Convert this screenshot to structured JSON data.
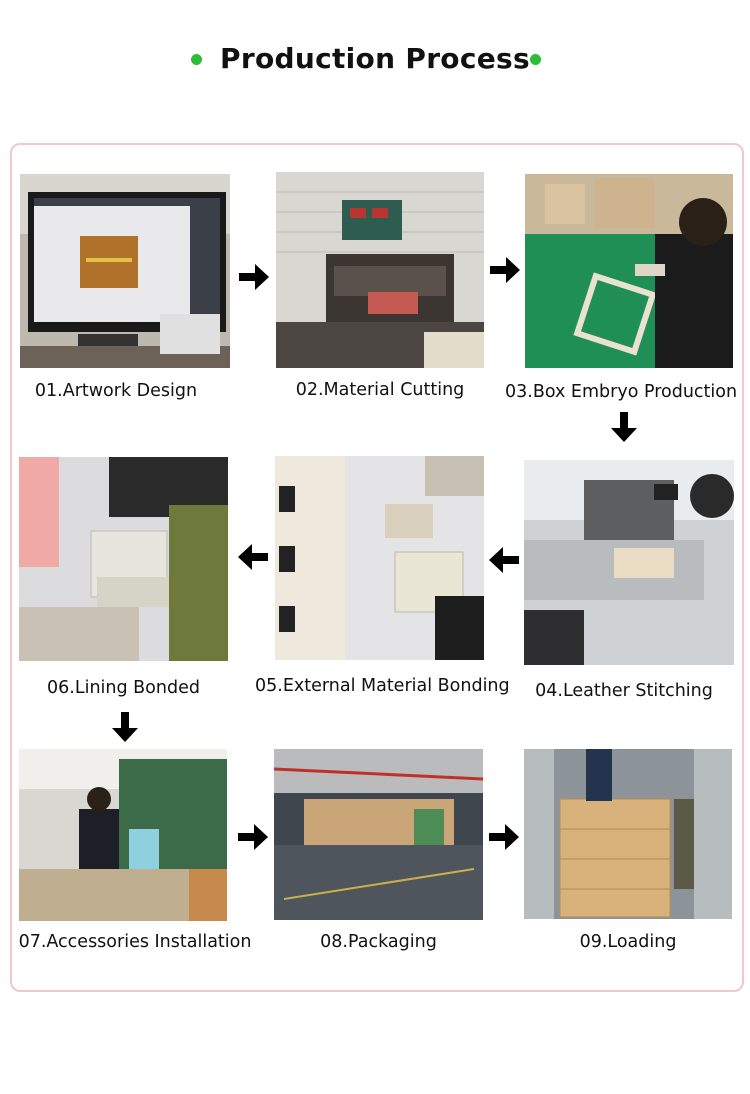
{
  "header": {
    "title": "Production Process",
    "accent_color": "#2dbd3a",
    "frame_color": "#f3c8c8"
  },
  "steps": [
    {
      "label": "01.Artwork Design",
      "photo": "computer-monitor-artwork-photo"
    },
    {
      "label": "02.Material Cutting",
      "photo": "cutting-machine-photo"
    },
    {
      "label": "03.Box Embryo Production",
      "photo": "worker-assembling-box-photo"
    },
    {
      "label": "04.Leather Stitching",
      "photo": "sewing-machine-photo"
    },
    {
      "label": "05.External Material Bonding",
      "photo": "box-bonding-photo"
    },
    {
      "label": "06.Lining Bonded",
      "photo": "lining-gluing-photo"
    },
    {
      "label": "07.Accessories Installation",
      "photo": "workshop-accessories-photo"
    },
    {
      "label": "08.Packaging",
      "photo": "warehouse-cartons-photo"
    },
    {
      "label": "09.Loading",
      "photo": "container-loading-photo"
    }
  ],
  "arrows": [
    "arrow-right-icon",
    "arrow-down-icon",
    "arrow-left-icon"
  ]
}
